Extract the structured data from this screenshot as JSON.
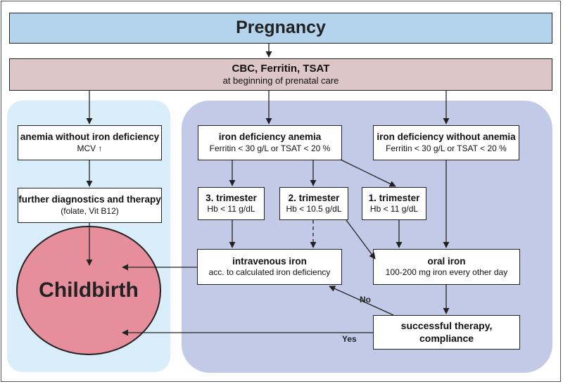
{
  "header": {
    "title": "Pregnancy"
  },
  "screening": {
    "title": "CBC, Ferritin, TSAT",
    "subtitle": "at beginning of prenatal care"
  },
  "anemia_without_id": {
    "title": "anemia without iron deficiency",
    "detail": "MCV ↑"
  },
  "further_diagnostics": {
    "title": "further diagnostics and therapy",
    "detail": "(folate, Vit B12)"
  },
  "ida": {
    "title": "iron deficiency anemia",
    "detail": "Ferritin < 30 g/L or TSAT < 20 %"
  },
  "id_no_anemia": {
    "title": "iron deficiency without anemia",
    "detail": "Ferritin < 30 g/L or TSAT < 20 %"
  },
  "trimester3": {
    "title": "3. trimester",
    "detail": "Hb < 11 g/dL"
  },
  "trimester2": {
    "title": "2. trimester",
    "detail": "Hb < 10.5 g/dL"
  },
  "trimester1": {
    "title": "1. trimester",
    "detail": "Hb < 11 g/dL"
  },
  "iv_iron": {
    "title": "intravenous iron",
    "detail": "acc. to calculated iron deficiency"
  },
  "oral_iron": {
    "title": "oral iron",
    "detail": "100-200 mg iron every other day"
  },
  "success": {
    "title_line1": "successful therapy,",
    "title_line2": "compliance"
  },
  "childbirth": {
    "label": "Childbirth"
  },
  "edges": {
    "no": "No",
    "yes": "Yes"
  },
  "colors": {
    "header_fill": "#b4d4ee",
    "screening_fill": "#dcc6c8",
    "left_panel": "#d9eefa",
    "right_panel": "#c3cae8",
    "childbirth_fill": "#e68e9c"
  }
}
